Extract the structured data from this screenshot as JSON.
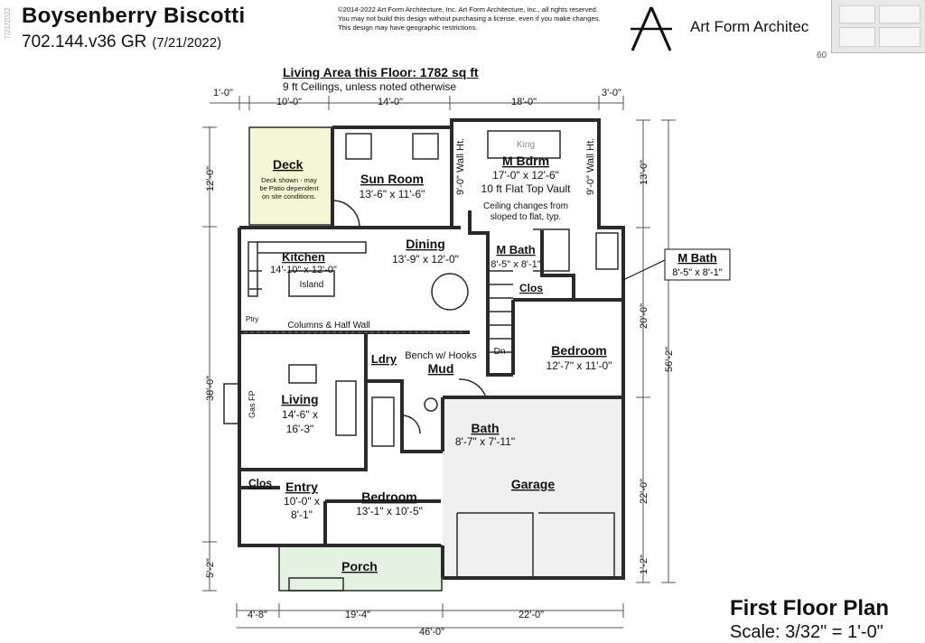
{
  "header": {
    "title": "Boysenberry Biscotti",
    "plan_code": "702.144.v36 GR",
    "date": "(7/21/2022)",
    "copyright": "©2014-2022 Art Form Architecture, Inc. Art Form Architecture, Inc., all rights reserved. You may not build this design without purchasing a license, even if you make changes. This design may have geographic restrictions.",
    "brand": "Art Form Architec",
    "side_date": "7/21/2022",
    "code_fragment": "60"
  },
  "plan": {
    "living_area": "Living Area this Floor: 1782 sq ft",
    "ceilings": "9 ft Ceilings, unless noted otherwise",
    "footer_title": "First Floor Plan",
    "scale": "Scale: 3/32\" = 1'-0\""
  },
  "dims": {
    "top_1": "1'-0\"",
    "top_2": "10'-0\"",
    "top_3": "14'-0\"",
    "top_4": "18'-0\"",
    "top_5": "3'-0\"",
    "left_1": "12'-0\"",
    "left_2": "38'-0\"",
    "left_3": "5'-2\"",
    "right_1": "13'-0\"",
    "right_2": "20'-0\"",
    "right_3": "56'-2\"",
    "right_4": "22'-0\"",
    "right_5": "1'-2\"",
    "bot_1": "4'-8\"",
    "bot_2": "19'-4\"",
    "bot_3": "22'-0\"",
    "bot_4": "46'-0\"",
    "wall_ht_1": "9'-0\" Wall Ht.",
    "wall_ht_2": "9'-0\" Wall Ht."
  },
  "rooms": {
    "deck": {
      "name": "Deck",
      "note1": "Deck shown - may",
      "note2": "be Patio dependent",
      "note3": "on site conditions."
    },
    "sunroom": {
      "name": "Sun Room",
      "size": "13'-6\" x 11'-6\""
    },
    "mbdrm": {
      "name": "M Bdrm",
      "size": "17'-0\" x 12'-6\"",
      "note": "10 ft Flat Top Vault",
      "king": "King",
      "ceil1": "Ceiling changes from",
      "ceil2": "sloped to flat, typ."
    },
    "kitchen": {
      "name": "Kitchen",
      "size": "14'-10\" x 12'-0\"",
      "island": "Island",
      "pantry": "Ptry"
    },
    "dining": {
      "name": "Dining",
      "size": "13'-9\" x 12'-0\""
    },
    "mbath": {
      "name": "M Bath",
      "size": "8'-5\" x 8'-1\""
    },
    "mbath_callout": {
      "name": "M Bath",
      "size": "8'-5\" x 8'-1\""
    },
    "mclos": {
      "name": "Clos"
    },
    "columns": {
      "name": "Columns & Half Wall"
    },
    "bedroom2": {
      "name": "Bedroom",
      "size": "12'-7\" x 11'-0\""
    },
    "laundry": {
      "name": "Ldry"
    },
    "mud": {
      "name": "Mud",
      "bench": "Bench w/ Hooks"
    },
    "stair": {
      "name": "Dn"
    },
    "living": {
      "name": "Living",
      "size1": "14'-6\" x",
      "size2": "16'-3\"",
      "fp": "Gas FP"
    },
    "bath": {
      "name": "Bath",
      "size": "8'-7\" x 7'-11\""
    },
    "garage": {
      "name": "Garage"
    },
    "entry_clos": {
      "name": "Clos"
    },
    "entry": {
      "name": "Entry",
      "size1": "10'-0\" x",
      "size2": "8'-1\""
    },
    "bedroom3": {
      "name": "Bedroom",
      "size": "13'-1\" x 10'-5\""
    },
    "porch": {
      "name": "Porch"
    }
  },
  "colors": {
    "deck_fill": "#f4f6d4",
    "porch_fill": "#e4f2e2",
    "garage_fill": "#f0f0f0",
    "wall": "#2a2a2a",
    "dim_line": "#555555"
  }
}
